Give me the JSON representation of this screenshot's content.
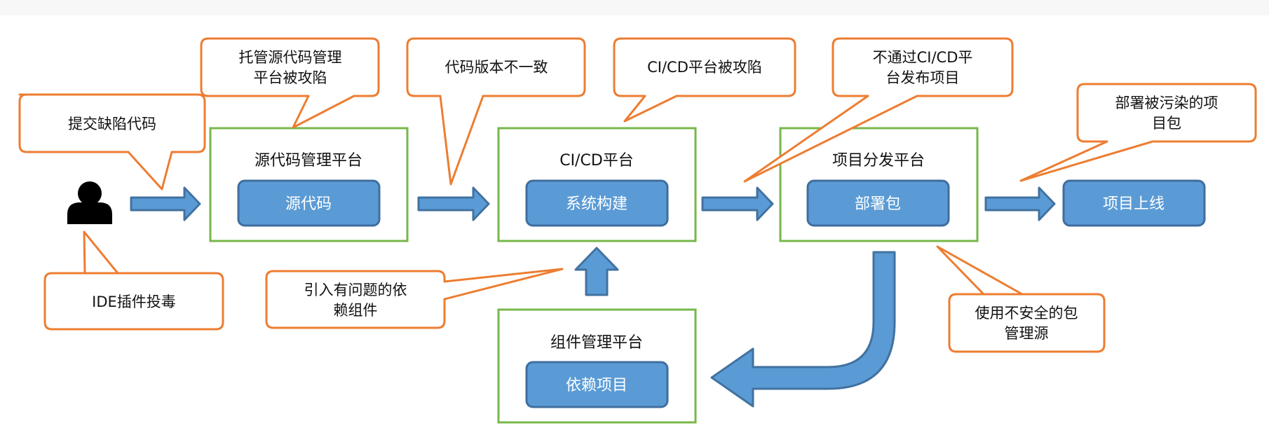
{
  "platforms": {
    "scm": {
      "title": "源代码管理平台",
      "node": "源代码"
    },
    "cicd": {
      "title": "CI/CD平台",
      "node": "系统构建"
    },
    "dist": {
      "title": "项目分发平台",
      "node": "部署包"
    },
    "comp": {
      "title": "组件管理平台",
      "node": "依赖项目"
    }
  },
  "launch": "项目上线",
  "callouts": {
    "commit": [
      "提交缺陷代码"
    ],
    "ide": [
      "IDE插件投毒"
    ],
    "scm_hack": [
      "托管源代码管理",
      "平台被攻陷"
    ],
    "version": [
      "代码版本不一致"
    ],
    "dep": [
      "引入有问题的依",
      "赖组件"
    ],
    "cicd_hack": [
      "CI/CD平台被攻陷"
    ],
    "bypass": [
      "不通过CI/CD平",
      "台发布项目"
    ],
    "pkgsrc": [
      "使用不安全的包",
      "管理源"
    ],
    "polluted": [
      "部署被污染的项",
      "目包"
    ]
  },
  "colors": {
    "platform_border": "#77b74a",
    "node_fill": "#5b9bd5",
    "node_border": "#3f6e9e",
    "arrow_fill": "#5b9bd5",
    "arrow_border": "#4172a0",
    "callout_border": "#ed7d31",
    "person": "#000000"
  },
  "icons": [
    "person-icon"
  ]
}
